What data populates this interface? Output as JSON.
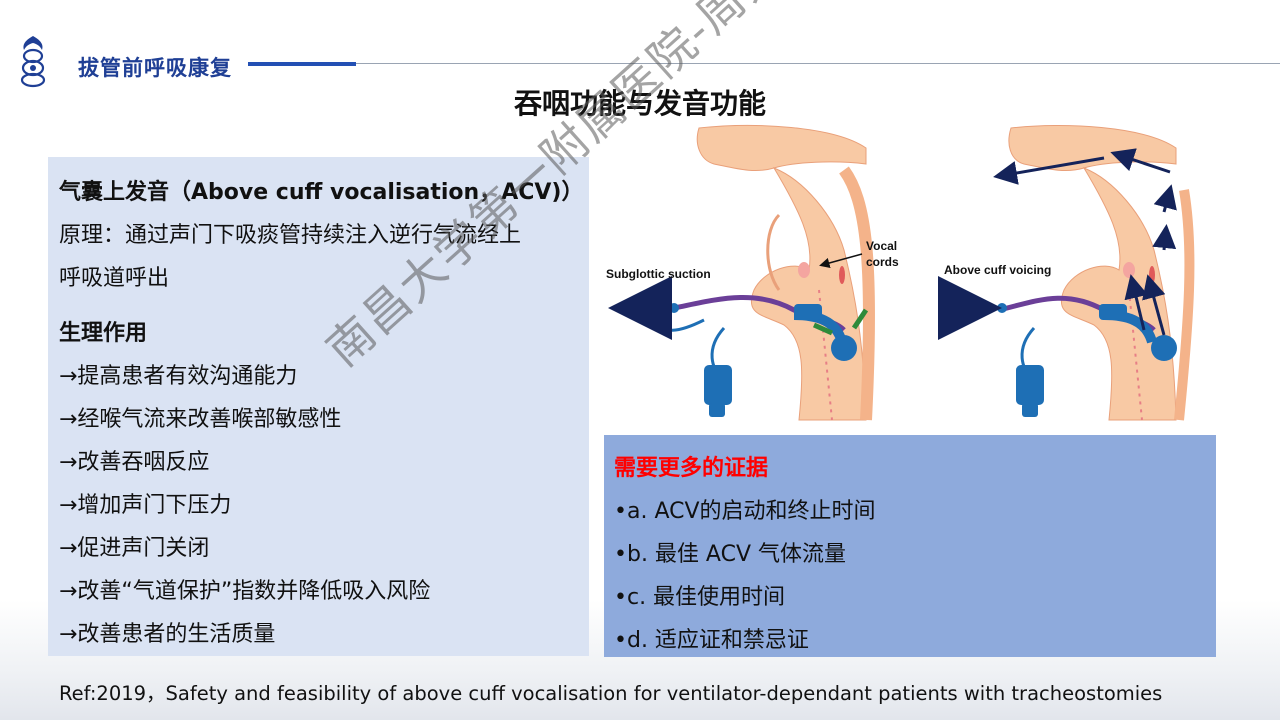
{
  "header": {
    "title": "拔管前呼吸康复"
  },
  "slide": {
    "title": "吞咽功能与发音功能"
  },
  "left_panel": {
    "heading": "气囊上发音（Above cuff vocalisation，ACV)）",
    "principle_lines": [
      "原理：通过声门下吸痰管持续注入逆行气流经上",
      "呼吸道呼出"
    ],
    "effects_heading": "生理作用",
    "effects": [
      "→提高患者有效沟通能力",
      "→经喉气流来改善喉部敏感性",
      "→改善吞咽反应",
      "→增加声门下压力",
      "→促进声门关闭",
      "→改善“气道保护”指数并降低吸入风险",
      "→改善患者的生活质量"
    ]
  },
  "figure": {
    "label_left": "Subglottic suction",
    "label_vocal_1": "Vocal",
    "label_vocal_2": "cords",
    "label_right": "Above cuff voicing",
    "colors": {
      "tissue": "#f8c9a4",
      "tube": "#1e6fb5",
      "line": "#6b3f98",
      "arrow_green": "#2f8a3a",
      "arrow_navy": "#14235a"
    }
  },
  "right_panel": {
    "title": "需要更多的证据",
    "items": [
      "•a. ACV的启动和终止时间",
      "•b. 最佳 ACV 气体流量",
      "•c. 最佳使用时间",
      "•d. 适应证和禁忌证"
    ]
  },
  "footer": {
    "reference": "Ref:2019，Safety and feasibility of above cuff vocalisation for ventilator-dependant patients with tracheostomies"
  },
  "watermark": {
    "text": "南昌大学第一附属医院-周兆斌"
  }
}
